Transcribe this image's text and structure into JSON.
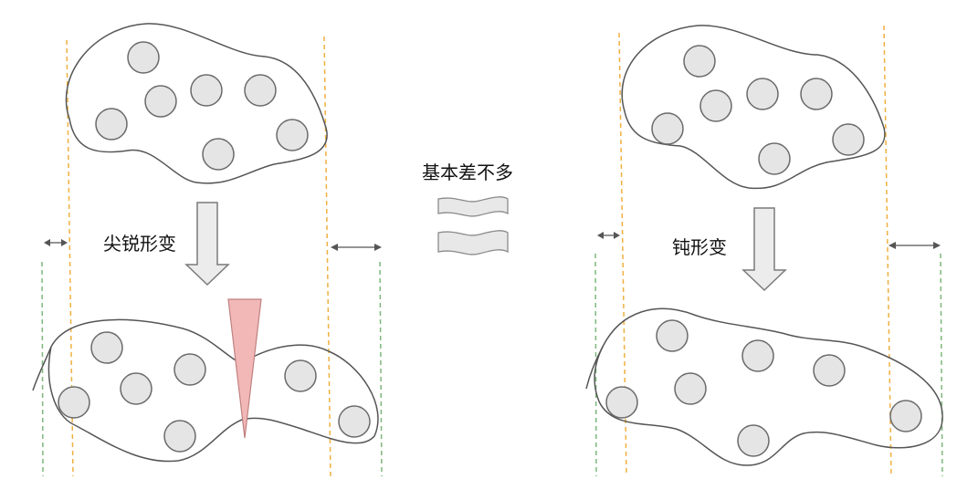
{
  "labels": {
    "sharp_deformation": "尖锐形变",
    "roughly_same": "基本差不多",
    "blunt_deformation": "钝形变"
  }
}
